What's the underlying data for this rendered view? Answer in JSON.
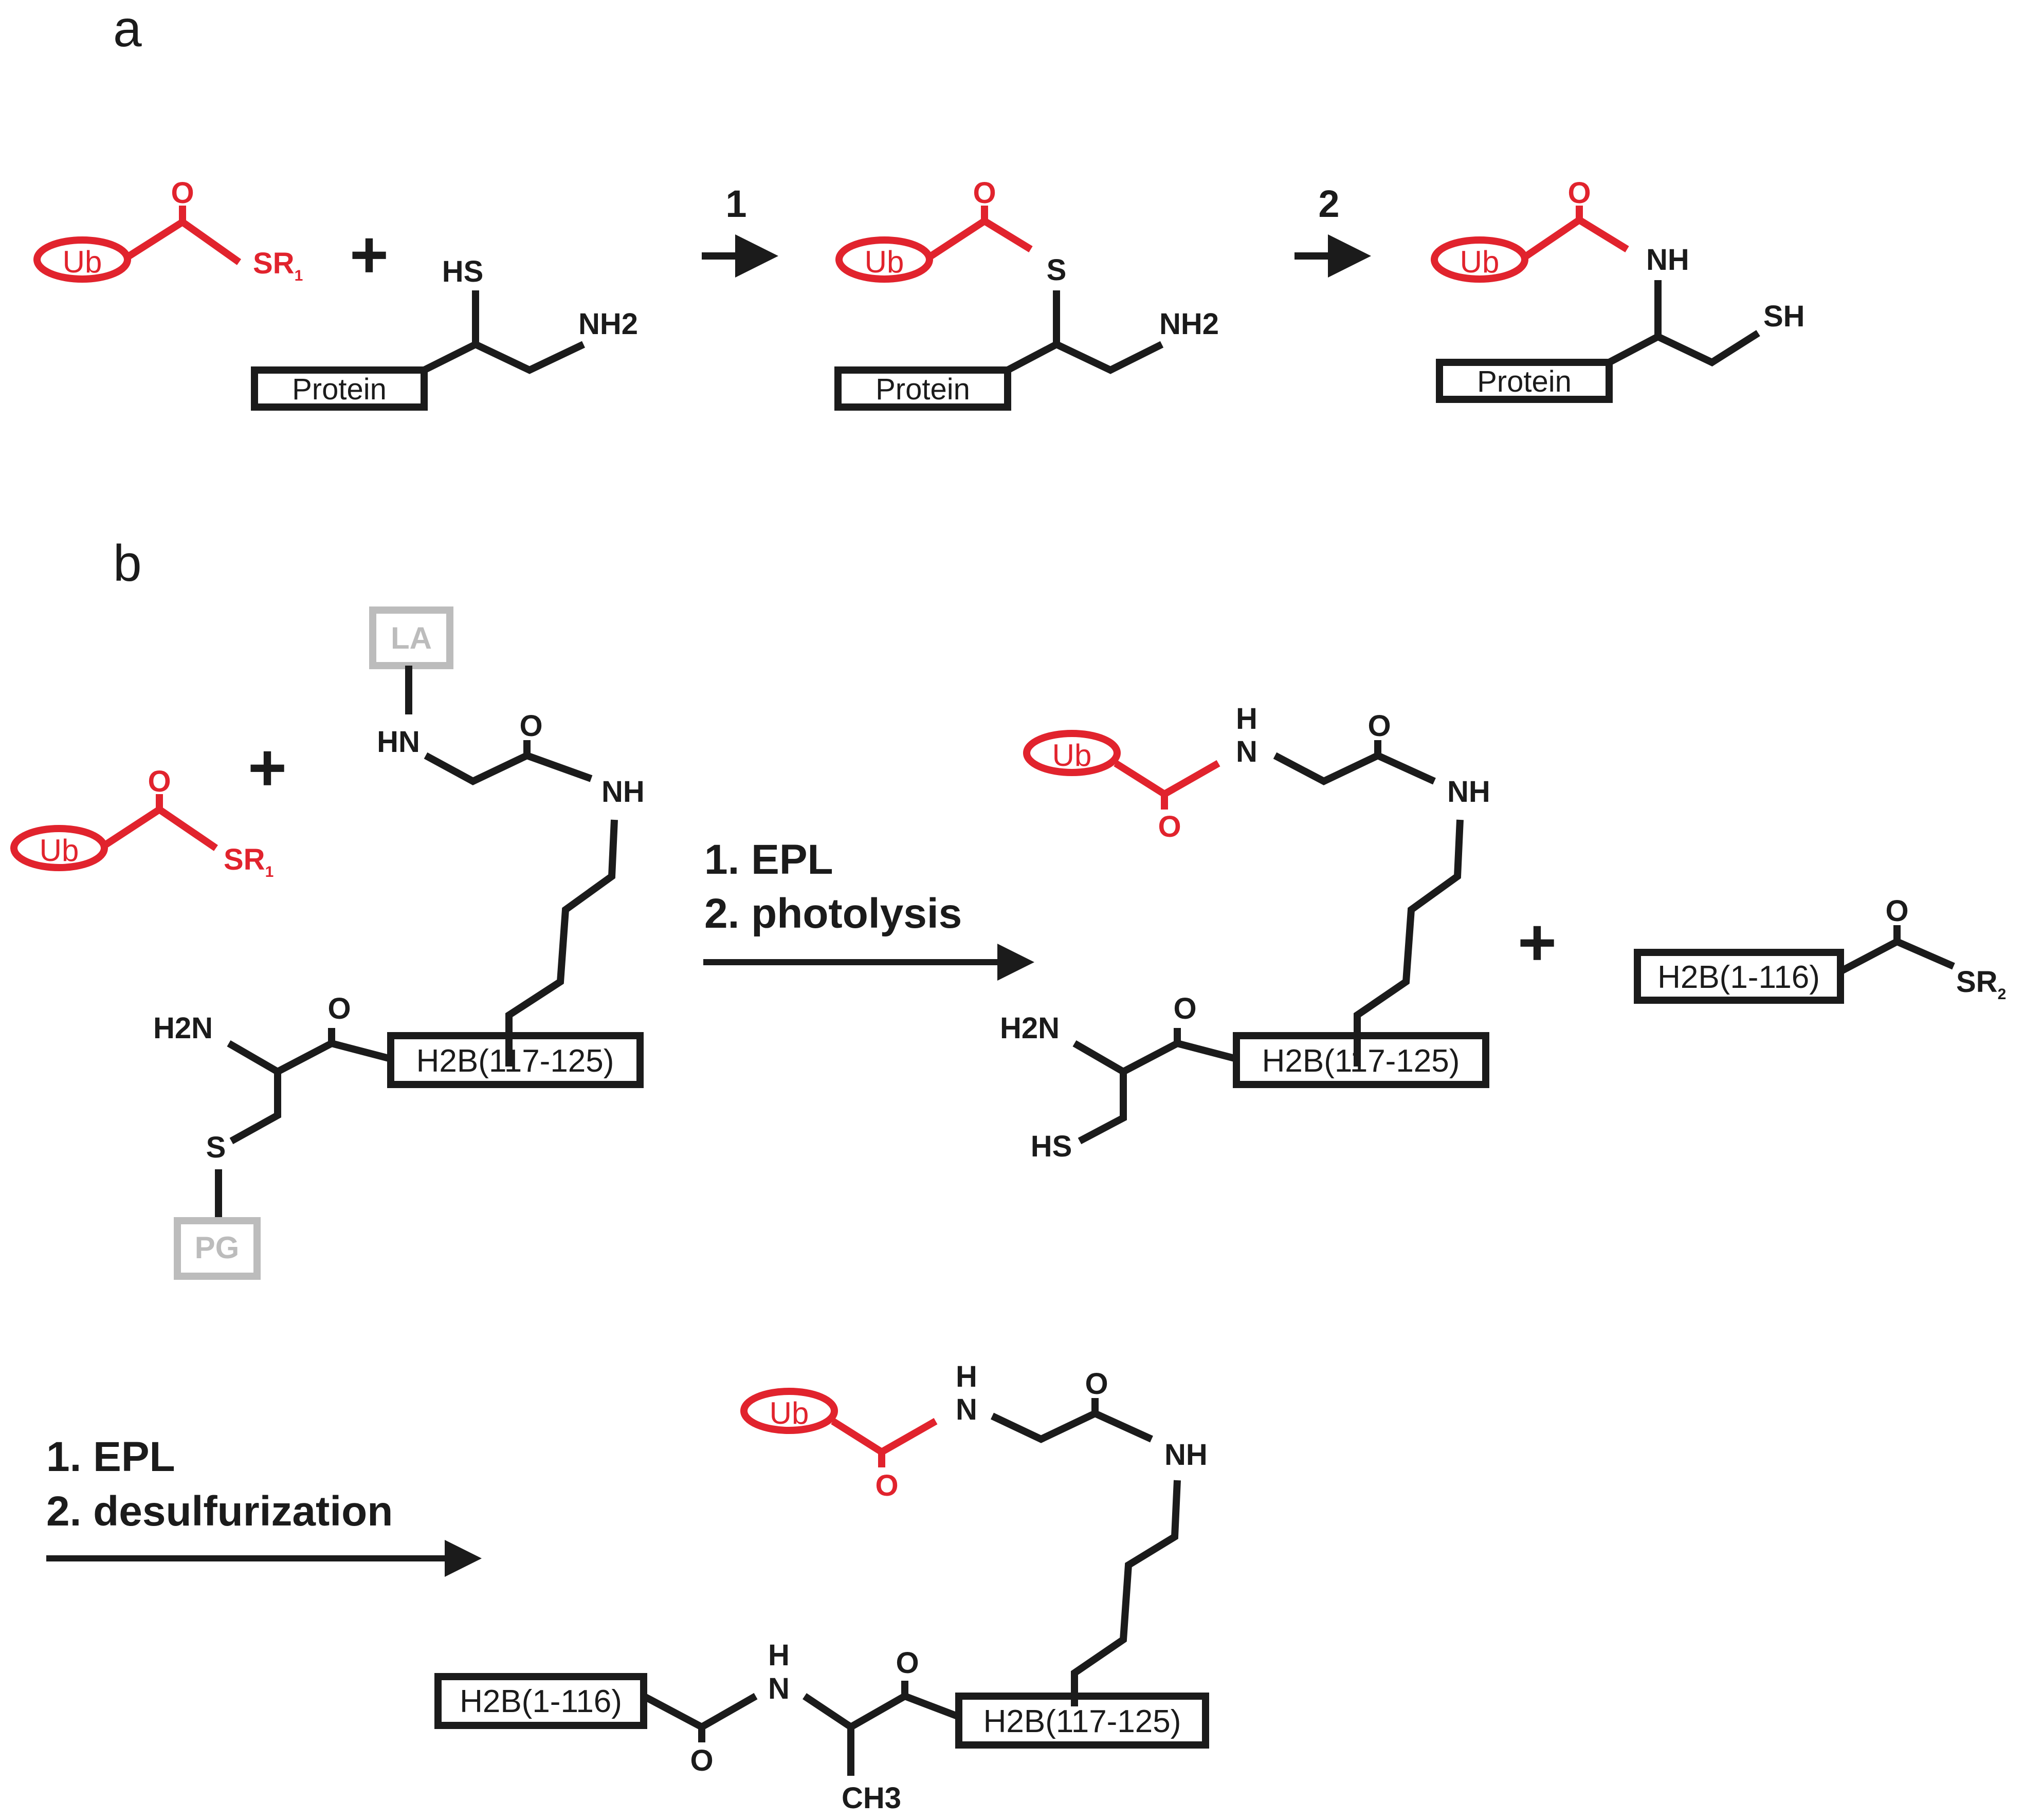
{
  "panel_a": {
    "label": "a",
    "ub": "Ub",
    "o": "O",
    "sr1_main": "SR",
    "sr1_sub": "1",
    "plus": "+",
    "hs": "HS",
    "nh2": "NH2",
    "protein": "Protein",
    "step1": "1",
    "step2": "2",
    "s": "S",
    "nh": "NH",
    "sh": "SH"
  },
  "panel_b": {
    "label": "b",
    "ub": "Ub",
    "o": "O",
    "sr1_main": "SR",
    "sr1_sub": "1",
    "sr2_main": "SR",
    "sr2_sub": "2",
    "plus": "+",
    "la": "LA",
    "hn": "HN",
    "nh": "NH",
    "h2n": "H2N",
    "s": "S",
    "pg": "PG",
    "hs": "HS",
    "h": "H",
    "n": "N",
    "h2b_117_125": "H2B(117-125)",
    "h2b_1_116": "H2B(1-116)",
    "ch3": "CH3",
    "step_epl": "1. EPL",
    "step_photolysis": "2. photolysis",
    "step_desulfurization": "2. desulfurization"
  },
  "colors": {
    "red": "#e1232d",
    "black": "#1b1b1b",
    "gray": "#bcbcbc"
  }
}
